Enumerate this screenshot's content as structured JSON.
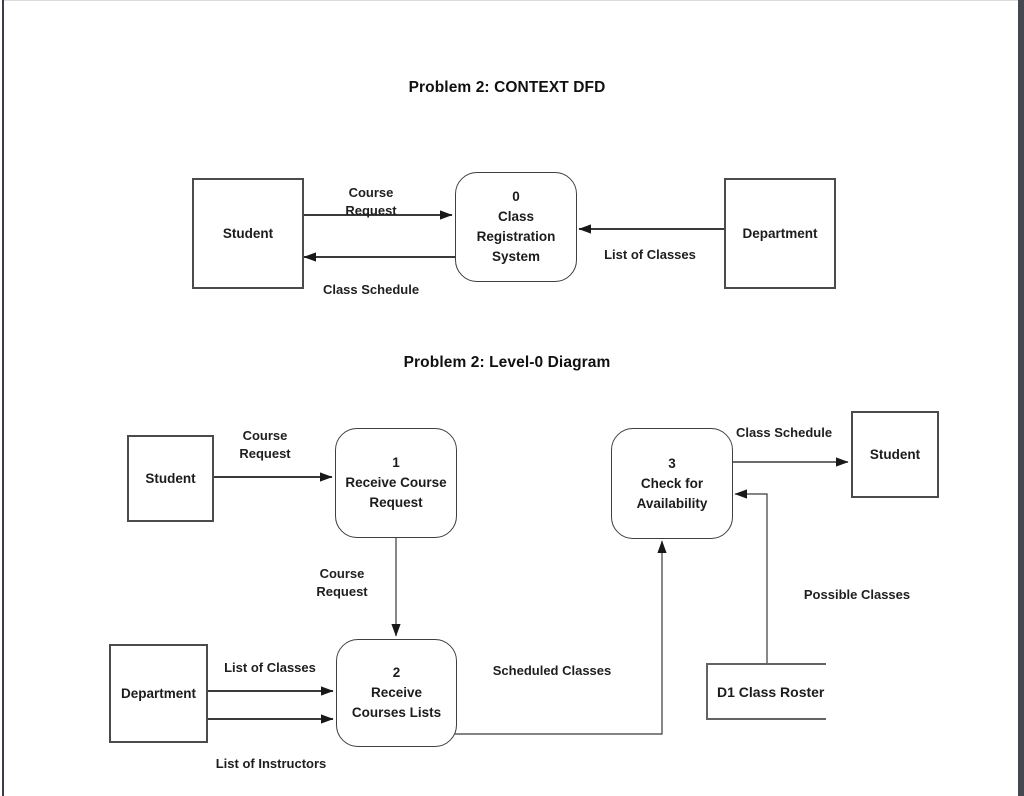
{
  "context_dfd": {
    "title": "Problem 2: CONTEXT DFD",
    "nodes": {
      "student": {
        "label": "Student"
      },
      "process0": {
        "number": "0",
        "name_lines": [
          "Class",
          "Registration",
          "System"
        ]
      },
      "department": {
        "label": "Department"
      }
    },
    "flows": {
      "course_request": {
        "lines": [
          "Course",
          "Request"
        ],
        "from": "Student",
        "to": "Class Registration System"
      },
      "class_schedule": {
        "label": "Class Schedule",
        "from": "Class Registration System",
        "to": "Student"
      },
      "list_of_classes": {
        "label": "List of Classes",
        "from": "Department",
        "to": "Class Registration System"
      }
    }
  },
  "level0": {
    "title": "Problem 2: Level-0 Diagram",
    "nodes": {
      "student_left": {
        "label": "Student"
      },
      "student_right": {
        "label": "Student"
      },
      "department": {
        "label": "Department"
      },
      "process1": {
        "number": "1",
        "name_lines": [
          "Receive Course",
          "Request"
        ]
      },
      "process2": {
        "number": "2",
        "name_lines": [
          "Receive",
          "Courses Lists"
        ]
      },
      "process3": {
        "number": "3",
        "name_lines": [
          "Check for",
          "Availability"
        ]
      },
      "datastore_d1": {
        "label": "D1 Class Roster"
      }
    },
    "flows": {
      "course_request_in": {
        "lines": [
          "Course",
          "Request"
        ],
        "from": "Student",
        "to": "Receive Course Request"
      },
      "course_request_mid": {
        "lines": [
          "Course",
          "Request"
        ],
        "from": "Receive Course Request",
        "to": "Receive Courses Lists"
      },
      "list_of_classes": {
        "label": "List of Classes",
        "from": "Department",
        "to": "Receive Courses Lists"
      },
      "list_of_instructors": {
        "label": "List of Instructors",
        "from": "Department",
        "to": "Receive Courses Lists"
      },
      "scheduled_classes": {
        "label": "Scheduled Classes",
        "from": "Receive Courses Lists",
        "to": "Check for Availability"
      },
      "class_schedule": {
        "label": "Class Schedule",
        "from": "Check for Availability",
        "to": "Student"
      },
      "possible_classes": {
        "label": "Possible Classes",
        "from": "D1 Class Roster",
        "to": "Check for Availability"
      }
    }
  },
  "colors": {
    "line": "#3a3a3a",
    "arrowhead": "#181818",
    "box_border": "#4b4b4b",
    "page_edge": "#46484f"
  }
}
